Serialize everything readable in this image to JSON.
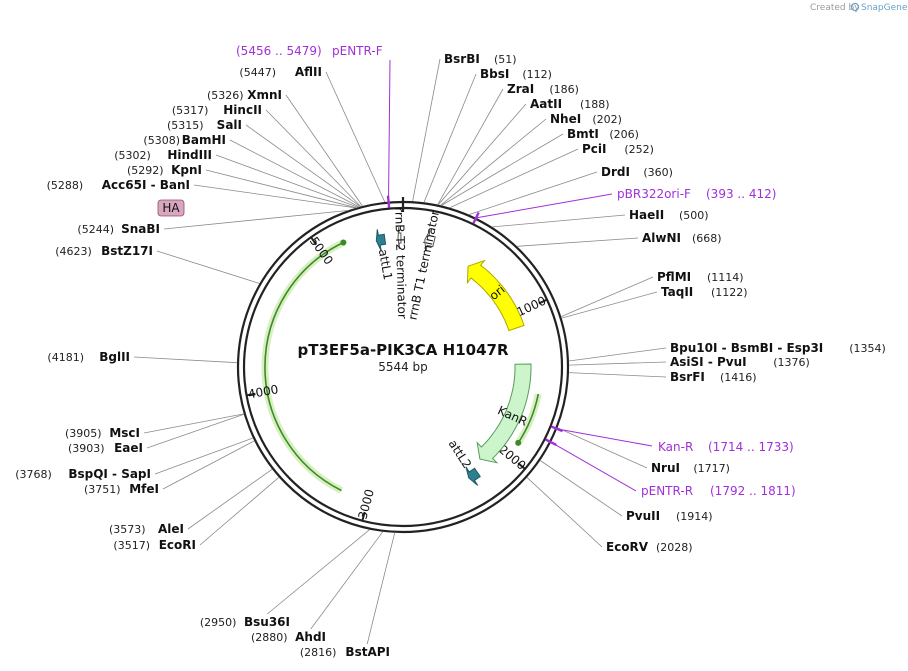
{
  "credit": {
    "prefix": "Created by",
    "brand": "SnapGene"
  },
  "plasmid": {
    "name": "pT3EF5a-PIK3CA H1047R",
    "length_label": "5544 bp",
    "length": 5544
  },
  "ticks": [
    {
      "pos": 1000,
      "label": "1000"
    },
    {
      "pos": 2000,
      "label": "2000"
    },
    {
      "pos": 3000,
      "label": "3000"
    },
    {
      "pos": 4000,
      "label": "4000"
    },
    {
      "pos": 5000,
      "label": "5000"
    }
  ],
  "features": [
    {
      "name": "ori",
      "label": "ori",
      "start": 1094,
      "end": 506,
      "color": "#ffff00",
      "stroke": "#b0a800",
      "kind": "big"
    },
    {
      "name": "KanR",
      "label": "KanR",
      "start": 1365,
      "end": 2158,
      "color": "#ccf5cc",
      "stroke": "#5a9a5a",
      "kind": "big"
    },
    {
      "name": "attL2",
      "label": "attL2",
      "start": 2230,
      "end": 2300,
      "color": "#2e7f8f",
      "stroke": "#1d5a66",
      "kind": "small"
    },
    {
      "name": "attL1",
      "label": "attL1",
      "start": 5420,
      "end": 5360,
      "color": "#2e7f8f",
      "stroke": "#1d5a66",
      "kind": "small"
    },
    {
      "name": "rrnB T1",
      "label": "rrnB T1 terminator",
      "start": 214,
      "end": 150,
      "color": "#ffffff",
      "stroke": "#555555",
      "kind": "small"
    },
    {
      "name": "rrnB T2",
      "label": "rrnB T2 terminator",
      "start": 5530,
      "end": 5510,
      "color": "#ffffff",
      "stroke": "#555555",
      "kind": "small"
    },
    {
      "name": "HA",
      "label": "HA",
      "start": 5255,
      "end": 5283,
      "color": "#d8a6bf",
      "stroke": "#8a4f6a",
      "kind": "tag"
    }
  ],
  "orfs": [
    {
      "start": 3180,
      "end": 5150
    },
    {
      "start": 1560,
      "end": 1900
    }
  ],
  "enzymes_right": [
    {
      "name": "BsrBI",
      "pos_label": "(51)",
      "pos": 51
    },
    {
      "name": "BbsI",
      "pos_label": "(112)",
      "pos": 112
    },
    {
      "name": "ZraI",
      "pos_label": "(186)",
      "pos": 186
    },
    {
      "name": "AatII",
      "pos_label": "(188)",
      "pos": 188
    },
    {
      "name": "NheI",
      "pos_label": "(202)",
      "pos": 202
    },
    {
      "name": "BmtI",
      "pos_label": "(206)",
      "pos": 206
    },
    {
      "name": "PciI",
      "pos_label": "(252)",
      "pos": 252
    },
    {
      "name": "DrdI",
      "pos_label": "(360)",
      "pos": 360
    },
    {
      "name": "HaeII",
      "pos_label": "(500)",
      "pos": 500
    },
    {
      "name": "AlwNI",
      "pos_label": "(668)",
      "pos": 668
    },
    {
      "name": "PflMI",
      "pos_label": "(1114)",
      "pos": 1114
    },
    {
      "name": "TaqII",
      "pos_label": "(1122)",
      "pos": 1122
    },
    {
      "name": "Bpu10I - BsmBI - Esp3I",
      "pos_label": "(1354)",
      "pos": 1354
    },
    {
      "name": "AsiSI - PvuI",
      "pos_label": "(1376)",
      "pos": 1376
    },
    {
      "name": "BsrFI",
      "pos_label": "(1416)",
      "pos": 1416
    },
    {
      "name": "NruI",
      "pos_label": "(1717)",
      "pos": 1717
    },
    {
      "name": "PvuII",
      "pos_label": "(1914)",
      "pos": 1914
    },
    {
      "name": "EcoRV",
      "pos_label": "(2028)",
      "pos": 2028
    }
  ],
  "enzymes_left": [
    {
      "name": "AflII",
      "pos_label": "(5447)",
      "pos": 5447
    },
    {
      "name": "XmnI",
      "pos_label": "(5326)",
      "pos": 5326
    },
    {
      "name": "HincII",
      "pos_label": "(5317)",
      "pos": 5317
    },
    {
      "name": "SalI",
      "pos_label": "(5315)",
      "pos": 5315
    },
    {
      "name": "BamHI",
      "pos_label": "(5308)",
      "pos": 5308
    },
    {
      "name": "HindIII",
      "pos_label": "(5302)",
      "pos": 5302
    },
    {
      "name": "KpnI",
      "pos_label": "(5292)",
      "pos": 5292
    },
    {
      "name": "Acc65I - BanI",
      "pos_label": "(5288)",
      "pos": 5288
    },
    {
      "name": "SnaBI",
      "pos_label": "(5244)",
      "pos": 5244
    },
    {
      "name": "BstZ17I",
      "pos_label": "(4623)",
      "pos": 4623
    },
    {
      "name": "BglII",
      "pos_label": "(4181)",
      "pos": 4181
    },
    {
      "name": "MscI",
      "pos_label": "(3905)",
      "pos": 3905
    },
    {
      "name": "EaeI",
      "pos_label": "(3903)",
      "pos": 3903
    },
    {
      "name": "BspQI - SapI",
      "pos_label": "(3768)",
      "pos": 3768
    },
    {
      "name": "MfeI",
      "pos_label": "(3751)",
      "pos": 3751
    },
    {
      "name": "AleI",
      "pos_label": "(3573)",
      "pos": 3573
    },
    {
      "name": "EcoRI",
      "pos_label": "(3517)",
      "pos": 3517
    }
  ],
  "enzymes_bottom": [
    {
      "name": "Bsu36I",
      "pos_label": "(2950)",
      "pos": 2950
    },
    {
      "name": "AhdI",
      "pos_label": "(2880)",
      "pos": 2880
    },
    {
      "name": "BstAPI",
      "pos_label": "(2816)",
      "pos": 2816
    }
  ],
  "primers": [
    {
      "name": "pENTR-F",
      "range_label": "(5456 .. 5479)",
      "pos": 5467,
      "color": "#a030d8"
    },
    {
      "name": "pBR322ori-F",
      "range_label": "(393 .. 412)",
      "pos": 402,
      "color": "#a030d8"
    },
    {
      "name": "Kan-R",
      "range_label": "(1714 .. 1733)",
      "pos": 1723,
      "color": "#a030d8"
    },
    {
      "name": "pENTR-R",
      "range_label": "(1792 .. 1811)",
      "pos": 1801,
      "color": "#a030d8"
    }
  ]
}
